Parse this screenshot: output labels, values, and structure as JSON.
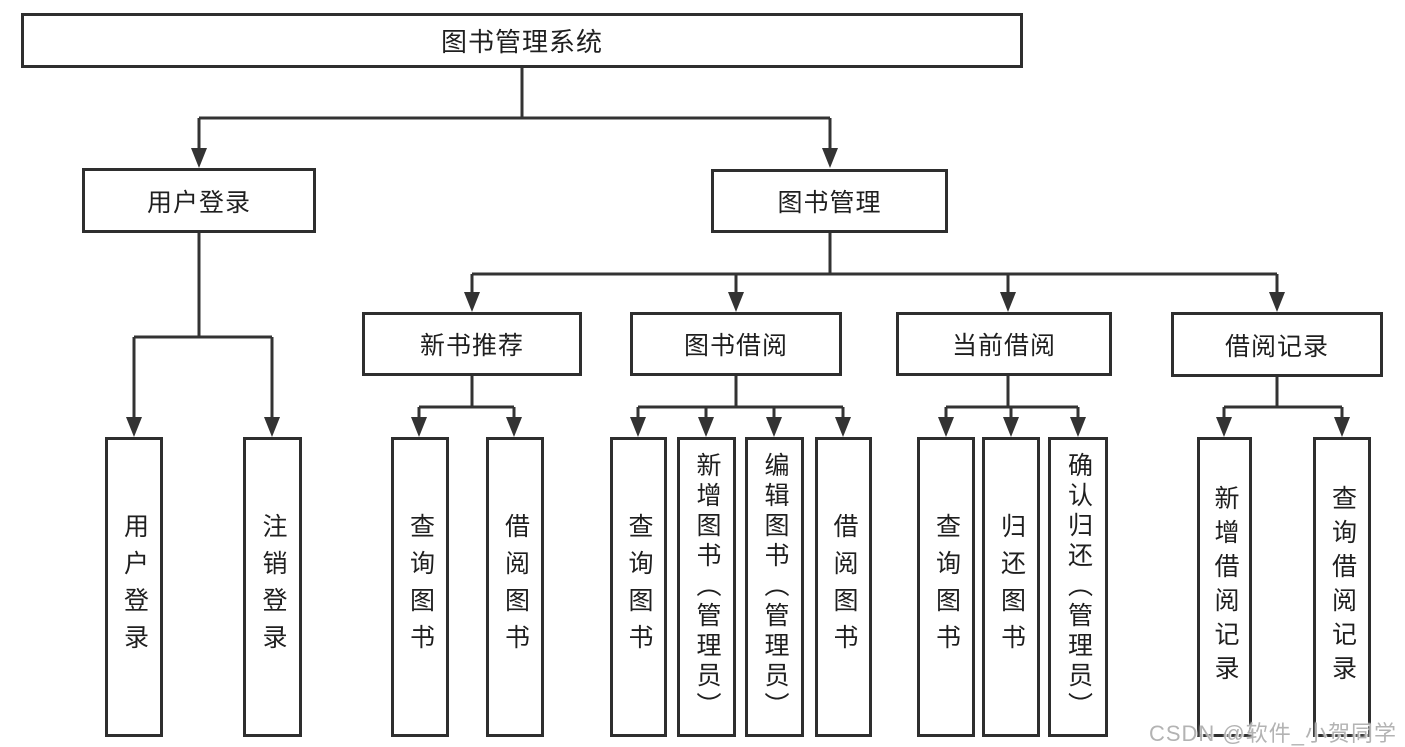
{
  "colors": {
    "line": "#333333",
    "box_border": "#2e2e2e",
    "text": "#1f1f1f",
    "background": "#ffffff",
    "watermark": "#b3b3b3"
  },
  "tree": {
    "root": {
      "label": "图书管理系统"
    },
    "children": [
      {
        "label": "用户登录",
        "children": [
          {
            "label": "用户登录"
          },
          {
            "label": "注销登录"
          }
        ]
      },
      {
        "label": "图书管理",
        "children": [
          {
            "label": "新书推荐",
            "children": [
              {
                "label": "查询图书"
              },
              {
                "label": "借阅图书"
              }
            ]
          },
          {
            "label": "图书借阅",
            "children": [
              {
                "label": "查询图书"
              },
              {
                "label": "新增图书（管理员）"
              },
              {
                "label": "编辑图书（管理员）"
              },
              {
                "label": "借阅图书"
              }
            ]
          },
          {
            "label": "当前借阅",
            "children": [
              {
                "label": "查询图书"
              },
              {
                "label": "归还图书"
              },
              {
                "label": "确认归还（管理员）"
              }
            ]
          },
          {
            "label": "借阅记录",
            "children": [
              {
                "label": "新增借阅记录"
              },
              {
                "label": "查询借阅记录"
              }
            ]
          }
        ]
      }
    ]
  },
  "watermark": {
    "text": "CSDN @软件_小贺同学"
  }
}
